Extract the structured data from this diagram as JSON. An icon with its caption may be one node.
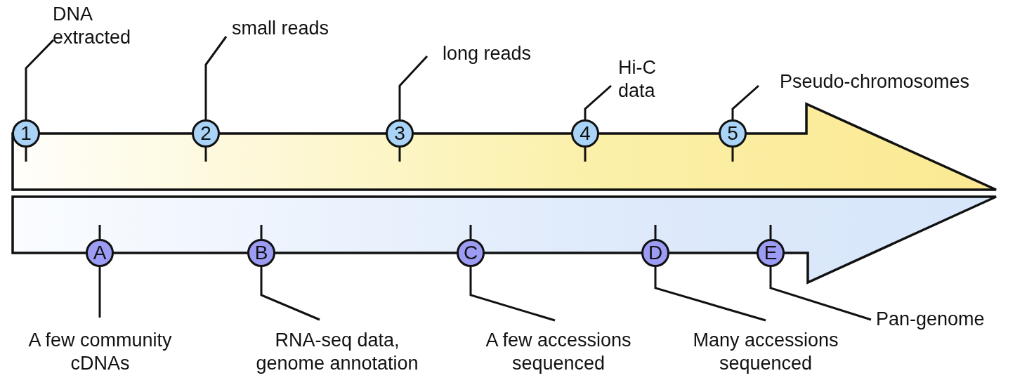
{
  "diagram": {
    "nodes": [
      {
        "text": [
          "1"
        ]
      },
      {
        "text": [
          "2"
        ]
      },
      {
        "text": [
          "3"
        ]
      },
      {
        "text": [
          "4"
        ]
      },
      {
        "text": [
          "5"
        ]
      },
      {
        "text": [
          "DNA extracted"
        ]
      },
      {
        "text": [
          "small reads"
        ]
      },
      {
        "text": [
          "long reads"
        ]
      },
      {
        "text": [
          "Hi-C data"
        ]
      },
      {
        "text": [
          "Pseudo-chromosomes"
        ]
      },
      {
        "text": [
          "A"
        ]
      },
      {
        "text": [
          "B"
        ]
      },
      {
        "text": [
          "C"
        ]
      },
      {
        "text": [
          "D"
        ]
      },
      {
        "text": [
          "E"
        ]
      },
      {
        "text": [
          "A few community cDNAs"
        ]
      },
      {
        "text": [
          "RNA-seq data, genome annotation"
        ]
      },
      {
        "text": [
          "A few accessions sequenced"
        ]
      },
      {
        "text": [
          "Many accessions sequenced"
        ]
      },
      {
        "text": [
          "Pan-genome"
        ]
      }
    ],
    "edges": [
      {
        "from": 5,
        "to": 0,
        "arrow": "none"
      },
      {
        "from": 6,
        "to": 1,
        "arrow": "none"
      },
      {
        "from": 7,
        "to": 2,
        "arrow": "none"
      },
      {
        "from": 8,
        "to": 3,
        "arrow": "none"
      },
      {
        "from": 9,
        "to": 4,
        "arrow": "none"
      },
      {
        "from": 15,
        "to": 10,
        "arrow": "none"
      },
      {
        "from": 16,
        "to": 11,
        "arrow": "none"
      },
      {
        "from": 17,
        "to": 12,
        "arrow": "none"
      },
      {
        "from": 18,
        "to": 13,
        "arrow": "none"
      },
      {
        "from": 19,
        "to": 14,
        "arrow": "none"
      }
    ]
  }
}
